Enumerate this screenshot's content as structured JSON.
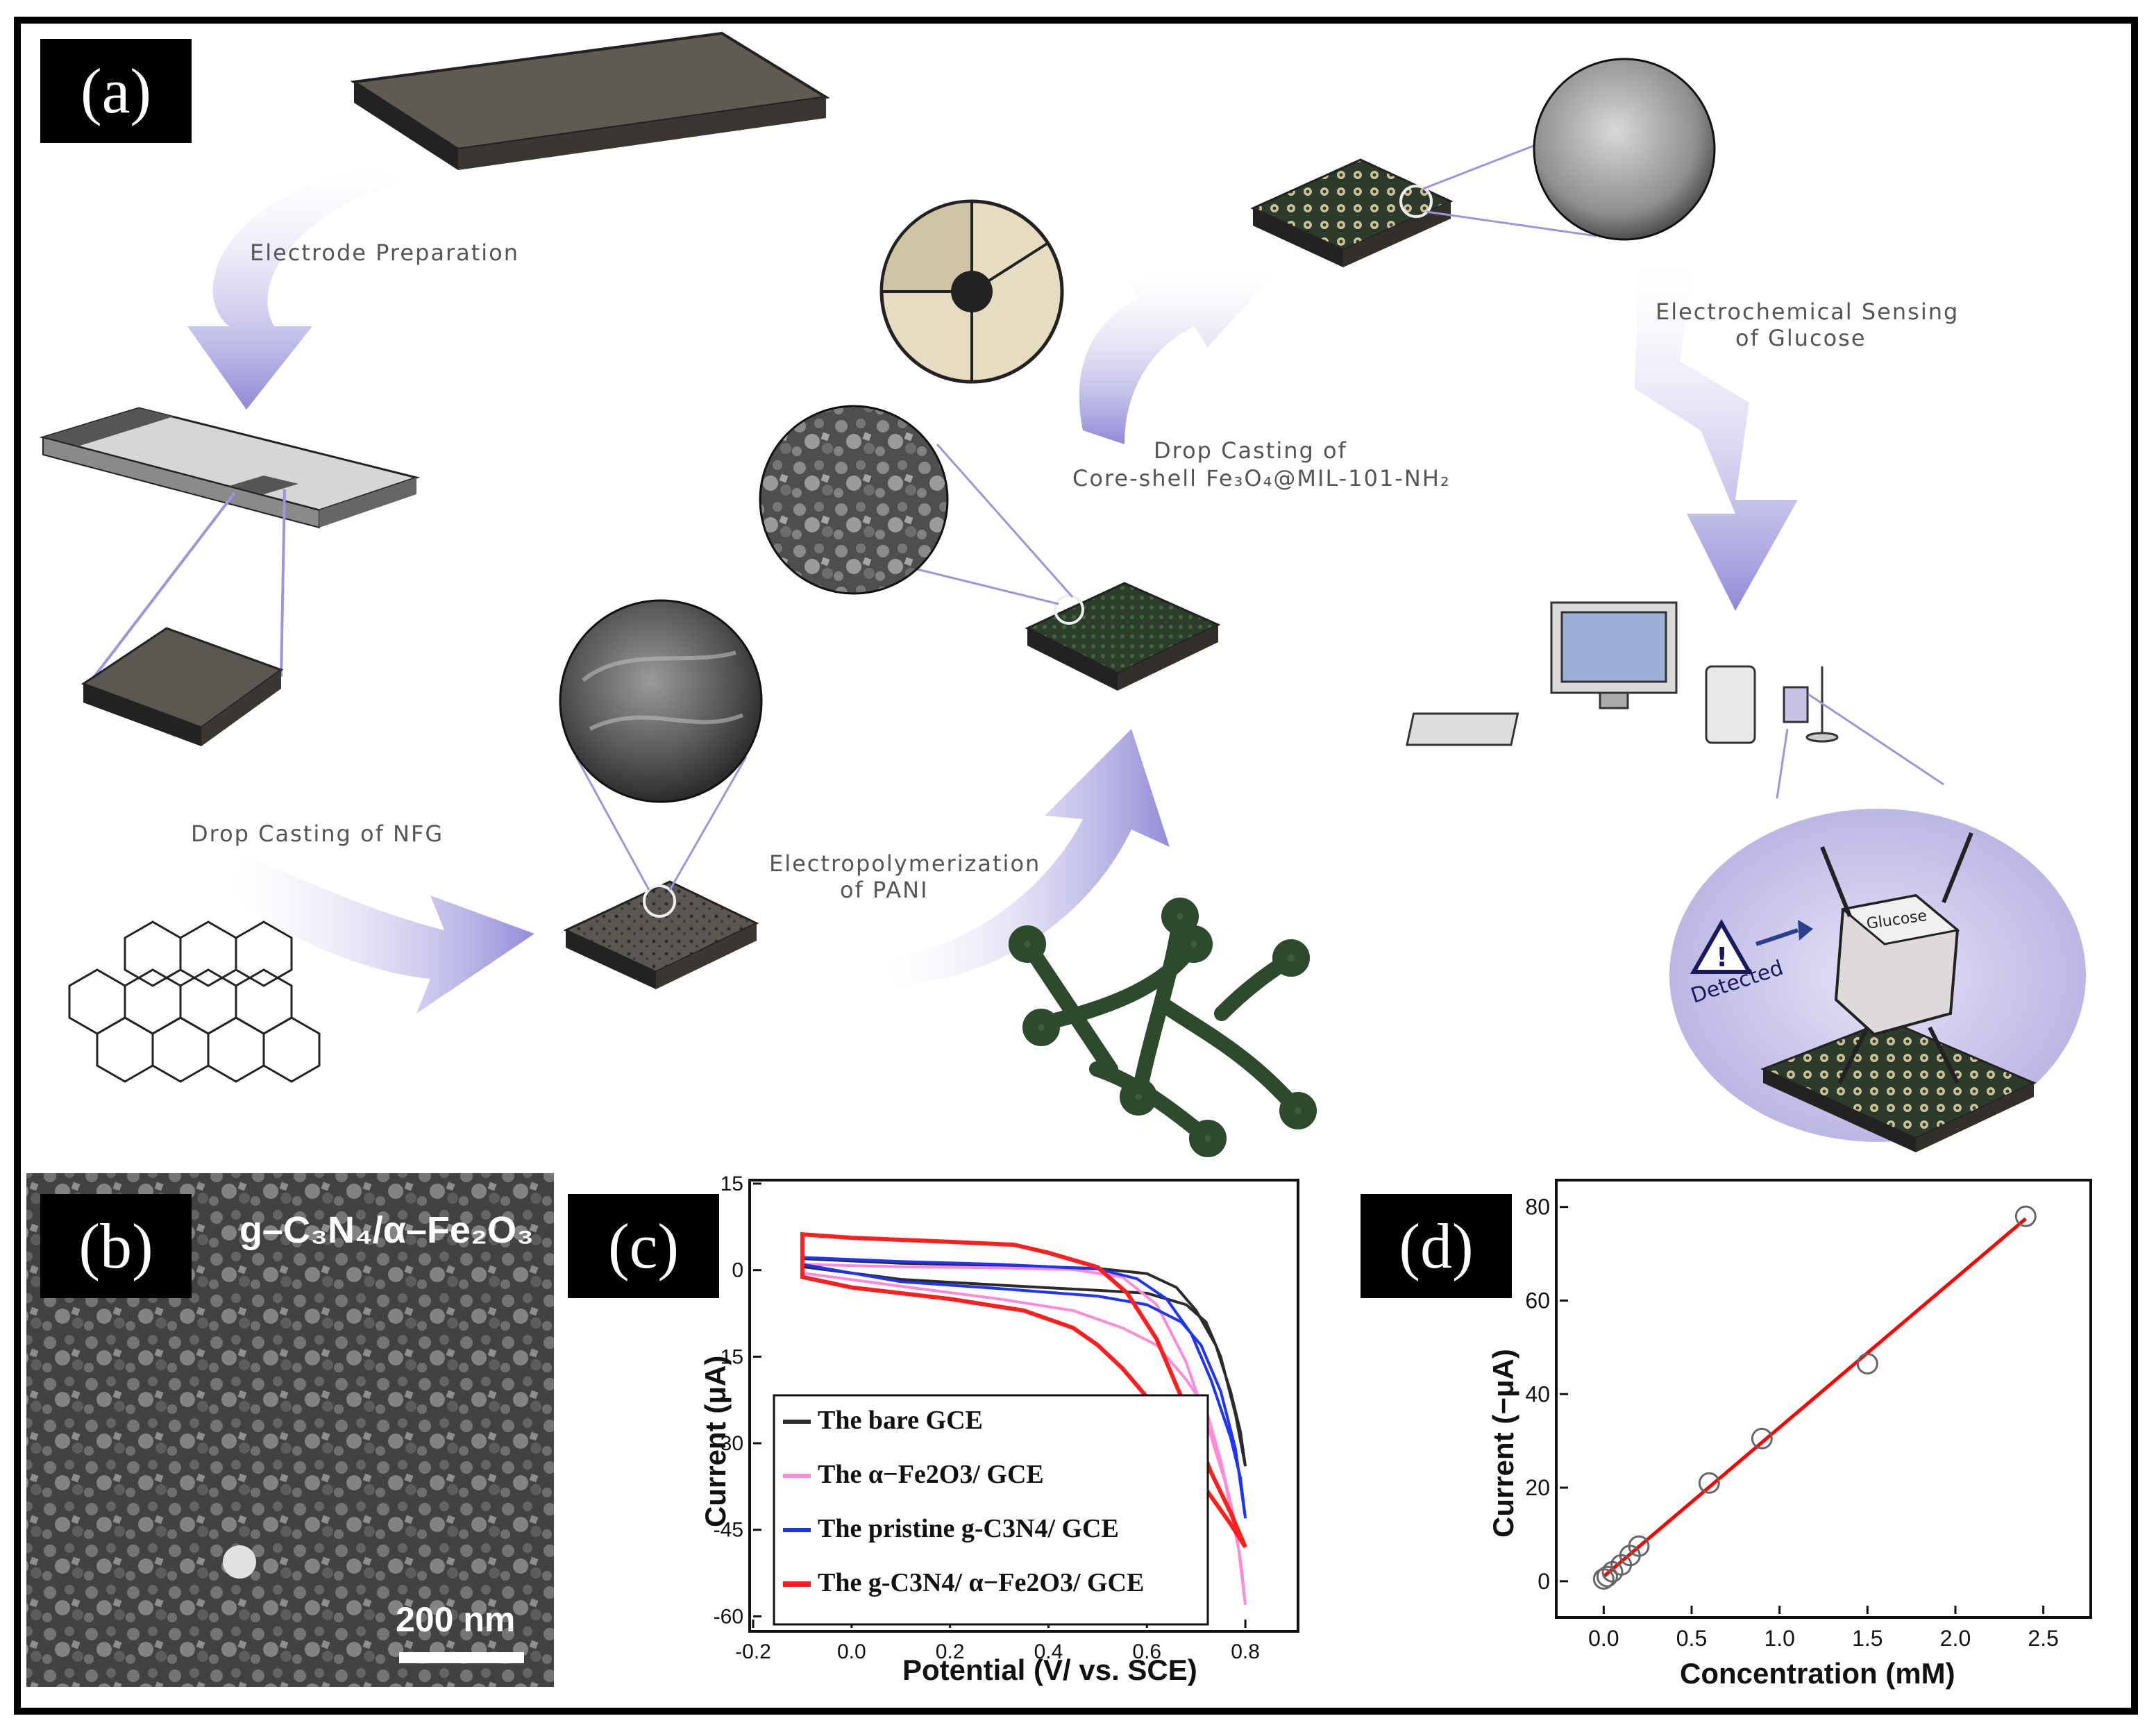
{
  "panels": {
    "a": "(a)",
    "b": "(b)",
    "c": "(c)",
    "d": "(d)"
  },
  "schematic": {
    "step_electrode": "Electrode Preparation",
    "step_nfg": "Drop Casting of NFG",
    "step_pani_1": "Electropolymerization",
    "step_pani_2": "of PANI",
    "step_mof_1": "Drop Casting of",
    "step_mof_2": "Core-shell Fe₃O₄@MIL-101-NH₂",
    "step_sense_1": "Electrochemical Sensing",
    "step_sense_2": "of Glucose",
    "cube_label": "Glucose",
    "detected_label": "Detected"
  },
  "sem": {
    "material": "g–C₃N₄/α–Fe₂O₃",
    "scale_bar": "200 nm"
  },
  "chart_data": [
    {
      "panel": "c",
      "type": "line",
      "xlabel": "Potential (V/ vs. SCE)",
      "ylabel": "Current (μA)",
      "xlim": [
        -0.2,
        0.9
      ],
      "ylim": [
        -62,
        15
      ],
      "xticks": [
        -0.2,
        0.0,
        0.2,
        0.4,
        0.6,
        0.8
      ],
      "xtick_labels": [
        "-0.2",
        "0.0",
        "0.2",
        "0.4",
        "0.6",
        "0.8"
      ],
      "yticks": [
        15,
        0,
        -15,
        -30,
        -45,
        -60
      ],
      "legend_position": "lower-left",
      "series": [
        {
          "name": "The bare GCE",
          "color": "#2b2b2b",
          "forward": [
            [
              -0.1,
              2.0
            ],
            [
              0.1,
              1.2
            ],
            [
              0.3,
              0.8
            ],
            [
              0.5,
              0.3
            ],
            [
              0.6,
              -0.6
            ],
            [
              0.66,
              -3
            ],
            [
              0.7,
              -7
            ],
            [
              0.74,
              -13
            ],
            [
              0.77,
              -21
            ],
            [
              0.79,
              -28
            ],
            [
              0.8,
              -34
            ]
          ],
          "reverse": [
            [
              0.8,
              -34
            ],
            [
              0.78,
              -25
            ],
            [
              0.75,
              -15
            ],
            [
              0.72,
              -9
            ],
            [
              0.68,
              -6
            ],
            [
              0.6,
              -4
            ],
            [
              0.5,
              -3.5
            ],
            [
              0.3,
              -2.6
            ],
            [
              0.1,
              -1.6
            ],
            [
              -0.1,
              0.6
            ]
          ]
        },
        {
          "name": "The α−Fe2O3/ GCE",
          "color": "#ff8ad8",
          "forward": [
            [
              -0.1,
              1.0
            ],
            [
              0.1,
              0.6
            ],
            [
              0.3,
              0.4
            ],
            [
              0.45,
              0.1
            ],
            [
              0.55,
              -1.2
            ],
            [
              0.62,
              -6
            ],
            [
              0.68,
              -16
            ],
            [
              0.72,
              -26
            ],
            [
              0.76,
              -37
            ],
            [
              0.79,
              -50
            ],
            [
              0.8,
              -58
            ]
          ],
          "reverse": [
            [
              0.8,
              -58
            ],
            [
              0.78,
              -44
            ],
            [
              0.75,
              -33
            ],
            [
              0.72,
              -24
            ],
            [
              0.68,
              -19
            ],
            [
              0.62,
              -13
            ],
            [
              0.55,
              -10
            ],
            [
              0.45,
              -7
            ],
            [
              0.3,
              -5
            ],
            [
              0.1,
              -2.8
            ],
            [
              -0.1,
              -0.5
            ]
          ]
        },
        {
          "name": "The pristine g-C3N4/ GCE",
          "color": "#1f33ff",
          "forward": [
            [
              -0.1,
              2.2
            ],
            [
              0.1,
              1.5
            ],
            [
              0.3,
              1.0
            ],
            [
              0.5,
              0.2
            ],
            [
              0.58,
              -1.5
            ],
            [
              0.64,
              -5
            ],
            [
              0.69,
              -11
            ],
            [
              0.73,
              -19
            ],
            [
              0.77,
              -29
            ],
            [
              0.79,
              -36
            ],
            [
              0.8,
              -43
            ]
          ],
          "reverse": [
            [
              0.8,
              -43
            ],
            [
              0.78,
              -31
            ],
            [
              0.75,
              -21
            ],
            [
              0.71,
              -13
            ],
            [
              0.67,
              -9
            ],
            [
              0.6,
              -6
            ],
            [
              0.5,
              -4.5
            ],
            [
              0.3,
              -3.2
            ],
            [
              0.1,
              -2.0
            ],
            [
              -0.1,
              1.0
            ]
          ]
        },
        {
          "name": "The g-C3N4/ α−Fe2O3/ GCE",
          "color": "#ff1f1f",
          "forward": [
            [
              -0.1,
              6.2
            ],
            [
              0.0,
              5.6
            ],
            [
              0.2,
              4.9
            ],
            [
              0.33,
              4.4
            ],
            [
              0.4,
              3.0
            ],
            [
              0.5,
              0.5
            ],
            [
              0.56,
              -4
            ],
            [
              0.62,
              -12
            ],
            [
              0.68,
              -24
            ],
            [
              0.73,
              -35
            ],
            [
              0.77,
              -42
            ],
            [
              0.8,
              -48
            ]
          ],
          "reverse": [
            [
              0.8,
              -48
            ],
            [
              0.77,
              -44
            ],
            [
              0.72,
              -38
            ],
            [
              0.66,
              -30
            ],
            [
              0.6,
              -22
            ],
            [
              0.55,
              -17
            ],
            [
              0.5,
              -13
            ],
            [
              0.45,
              -10
            ],
            [
              0.35,
              -7
            ],
            [
              0.2,
              -5
            ],
            [
              0.0,
              -3
            ],
            [
              -0.1,
              -1.2
            ]
          ]
        }
      ]
    },
    {
      "panel": "d",
      "type": "scatter",
      "xlabel": "Concentration (mM)",
      "ylabel": "Current (−μA)",
      "xlim": [
        -0.25,
        2.75
      ],
      "ylim": [
        -7,
        85
      ],
      "xticks": [
        0.0,
        0.5,
        1.0,
        1.5,
        2.0,
        2.5
      ],
      "xtick_labels": [
        "0.0",
        "0.5",
        "1.0",
        "1.5",
        "2.0",
        "2.5"
      ],
      "yticks": [
        0,
        20,
        40,
        60,
        80
      ],
      "series": [
        {
          "x": [
            0.0,
            0.02,
            0.05,
            0.1,
            0.15,
            0.2,
            0.6,
            0.9,
            1.5,
            2.4
          ],
          "y": [
            0.5,
            1.0,
            2.0,
            3.5,
            5.5,
            7.5,
            21,
            30.5,
            46.5,
            78
          ]
        }
      ],
      "fit_line": {
        "x": [
          0.0,
          2.4
        ],
        "y": [
          1.0,
          77.5
        ],
        "color": "#ff0000"
      }
    }
  ]
}
